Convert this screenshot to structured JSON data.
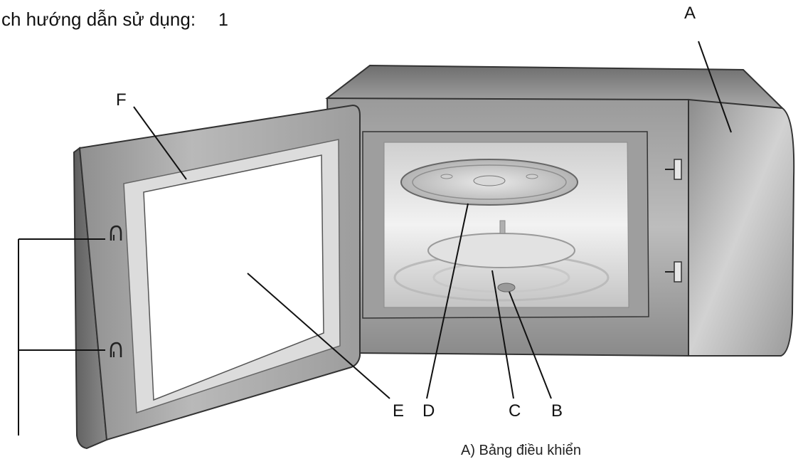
{
  "heading": {
    "text": "ch hướng dẫn sử dụng:",
    "page_number": "1"
  },
  "labels": {
    "A": "A",
    "B": "B",
    "C": "C",
    "D": "D",
    "E": "E",
    "F": "F"
  },
  "footer_fragment": "A) Bảng điều khiển"
}
